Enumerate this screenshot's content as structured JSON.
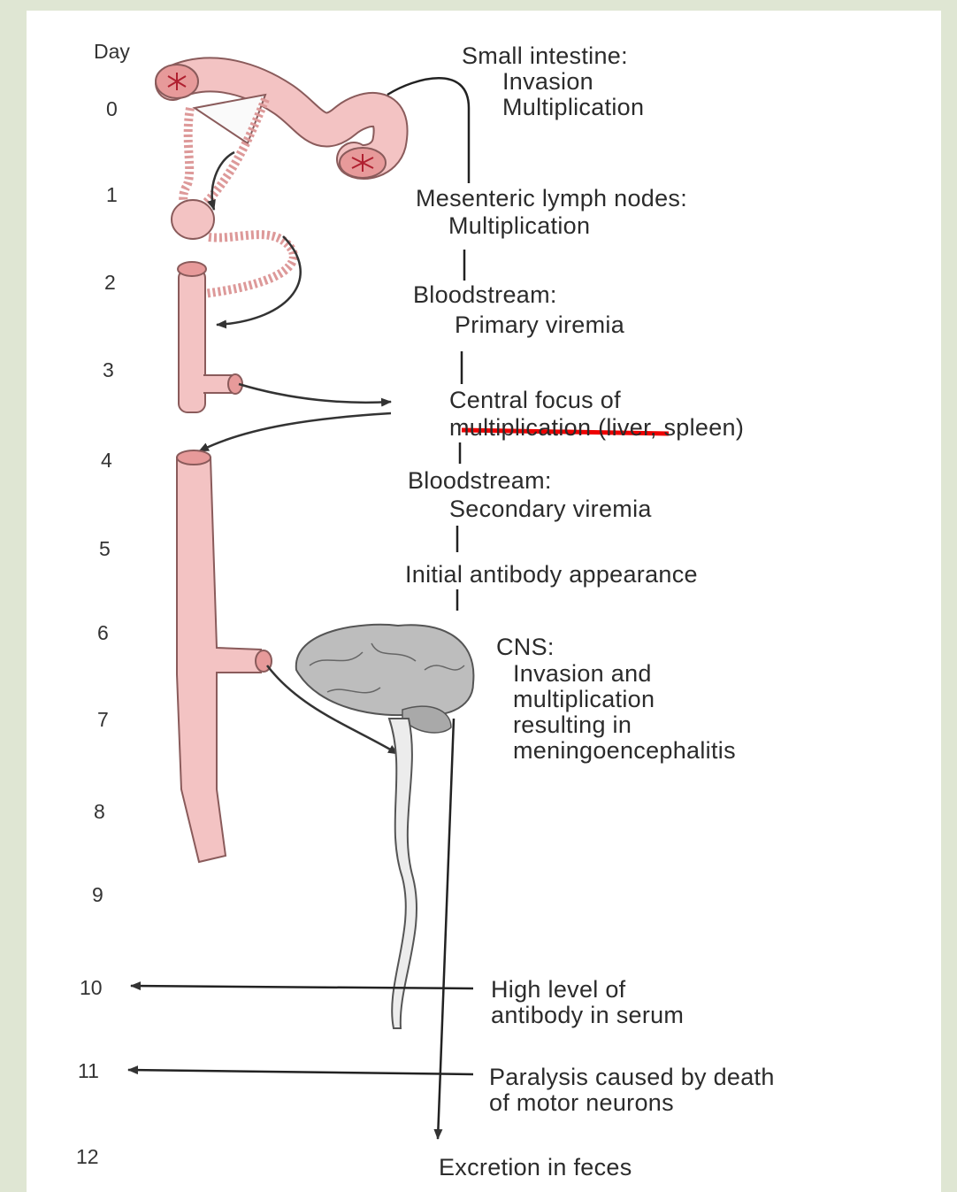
{
  "days": {
    "header": "Day",
    "d0": "0",
    "d1": "1",
    "d2": "2",
    "d3": "3",
    "d4": "4",
    "d5": "5",
    "d6": "6",
    "d7": "7",
    "d8": "8",
    "d9": "9",
    "d10": "10",
    "d11": "11",
    "d12": "12"
  },
  "stages": {
    "small_intestine": {
      "heading": "Small intestine:",
      "lines": [
        "Invasion",
        "Multiplication"
      ]
    },
    "mesenteric": {
      "heading": "Mesenteric lymph nodes:",
      "lines": [
        "Multiplication"
      ]
    },
    "bloodstream_primary": {
      "heading": "Bloodstream:",
      "lines": [
        "Primary viremia"
      ]
    },
    "central_focus": {
      "heading": "Central focus of",
      "lines": [
        "multiplication (liver, spleen)"
      ]
    },
    "bloodstream_secondary": {
      "heading": "Bloodstream:",
      "lines": [
        "Secondary viremia"
      ]
    },
    "antibody_initial": {
      "heading": "Initial antibody appearance"
    },
    "cns": {
      "heading": "CNS:",
      "lines": [
        "Invasion and",
        "multiplication",
        "resulting in",
        "meningoencephalitis"
      ]
    },
    "antibody_high": {
      "lines": [
        "High level of",
        "antibody in serum"
      ]
    },
    "paralysis": {
      "lines": [
        "Paralysis caused by death",
        "of motor neurons"
      ]
    },
    "excretion": {
      "heading": "Excretion in feces"
    }
  },
  "colors": {
    "tissue": "#f3c3c3",
    "tissue_outline": "#8a5b5b",
    "brain": "#b8b8b8",
    "annotation_underline": "#ee0000"
  }
}
